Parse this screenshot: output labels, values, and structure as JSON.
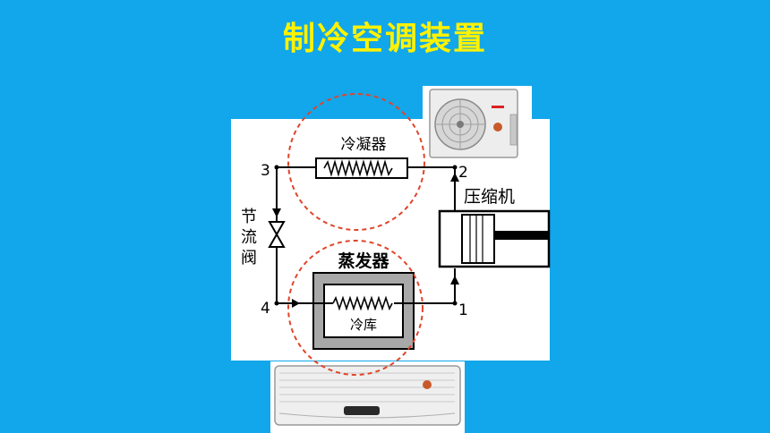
{
  "title": "制冷空调装置",
  "labels": {
    "condenser": "冷凝器",
    "compressor": "压缩机",
    "evaporator": "蒸发器",
    "cold_storage": "冷库",
    "throttle_1": "节",
    "throttle_2": "流",
    "throttle_3": "阀"
  },
  "points": {
    "p1": "1",
    "p2": "2",
    "p3": "3",
    "p4": "4"
  },
  "colors": {
    "background": "#12A7EA",
    "title": "#FFF200",
    "dashed_circle": "#E0452A"
  }
}
